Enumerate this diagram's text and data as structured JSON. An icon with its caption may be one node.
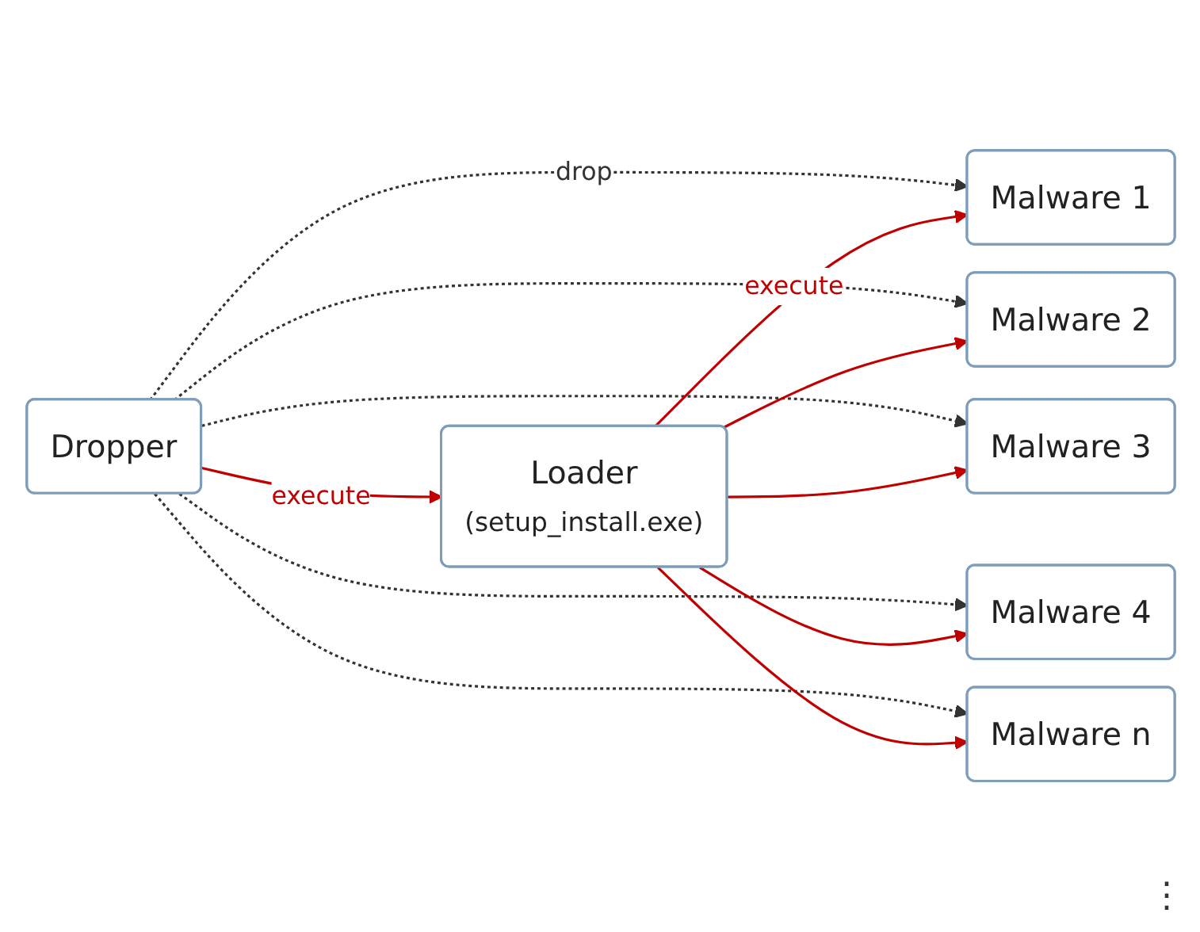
{
  "diagram": {
    "nodes": [
      {
        "text": [
          "Dropper"
        ]
      },
      {
        "text": [
          "Loader",
          "(setup_install.exe)"
        ]
      },
      {
        "text": [
          "Malware 1"
        ]
      },
      {
        "text": [
          "Malware 2"
        ]
      },
      {
        "text": [
          "Malware 3"
        ]
      },
      {
        "text": [
          "Malware 4"
        ]
      },
      {
        "text": [
          "Malware n"
        ]
      }
    ],
    "edges": [
      {
        "from": 0,
        "to": 1,
        "arrow": "to",
        "label": "execute"
      },
      {
        "from": 0,
        "to": 2,
        "arrow": "to",
        "label": "drop",
        "style": "dashed",
        "color": "#333333"
      },
      {
        "from": 0,
        "to": 3,
        "arrow": "to",
        "style": "dashed",
        "color": "#333333"
      },
      {
        "from": 0,
        "to": 4,
        "arrow": "to",
        "style": "dashed",
        "color": "#333333"
      },
      {
        "from": 0,
        "to": 5,
        "arrow": "to",
        "style": "dashed",
        "color": "#333333"
      },
      {
        "from": 0,
        "to": 6,
        "arrow": "to",
        "style": "dashed",
        "color": "#333333"
      },
      {
        "from": 1,
        "to": 2,
        "arrow": "to",
        "label": "execute"
      },
      {
        "from": 1,
        "to": 3,
        "arrow": "to"
      },
      {
        "from": 1,
        "to": 4,
        "arrow": "to"
      },
      {
        "from": 1,
        "to": 5,
        "arrow": "to"
      },
      {
        "from": 1,
        "to": 6,
        "arrow": "to"
      }
    ],
    "labels": [
      "⋮"
    ]
  }
}
